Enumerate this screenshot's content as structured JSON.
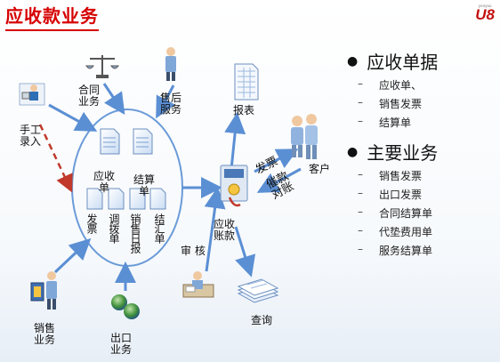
{
  "title": "应收款业务",
  "logo": {
    "brand": "U8",
    "sub": "yonyou"
  },
  "nodes": {
    "manual_entry": "手工\n录入",
    "contract_business": "合同\n业务",
    "after_sales": "售后\n服务",
    "report": "报表",
    "customer": "客户",
    "sales_business": "销售\n业务",
    "export_business": "出口\n业务",
    "receivable_account": "应收\n账款",
    "query": "查询",
    "audit": "审 核"
  },
  "docs": {
    "receivable": "应收\n单",
    "settlement": "结算\n单",
    "invoice": "发票",
    "adjustment": "调拨单",
    "daily_sales_report": "销售日报",
    "remittance": "结汇单"
  },
  "flows": {
    "invoice_to_customer": "发票",
    "collection": "催款\n对账"
  },
  "right_panel": {
    "sections": [
      {
        "title": "应收单据",
        "items": [
          "应收单、",
          "销售发票",
          "结算单"
        ]
      },
      {
        "title": "主要业务",
        "items": [
          "销售发票",
          "出口发票",
          "合同结算单",
          "代垫费用单",
          "服务结算单"
        ]
      }
    ]
  },
  "colors": {
    "title": "#d60000",
    "arrow": "#5b8fd4",
    "ellipse": "#6b9bd8",
    "dashed": "#c0392b"
  }
}
